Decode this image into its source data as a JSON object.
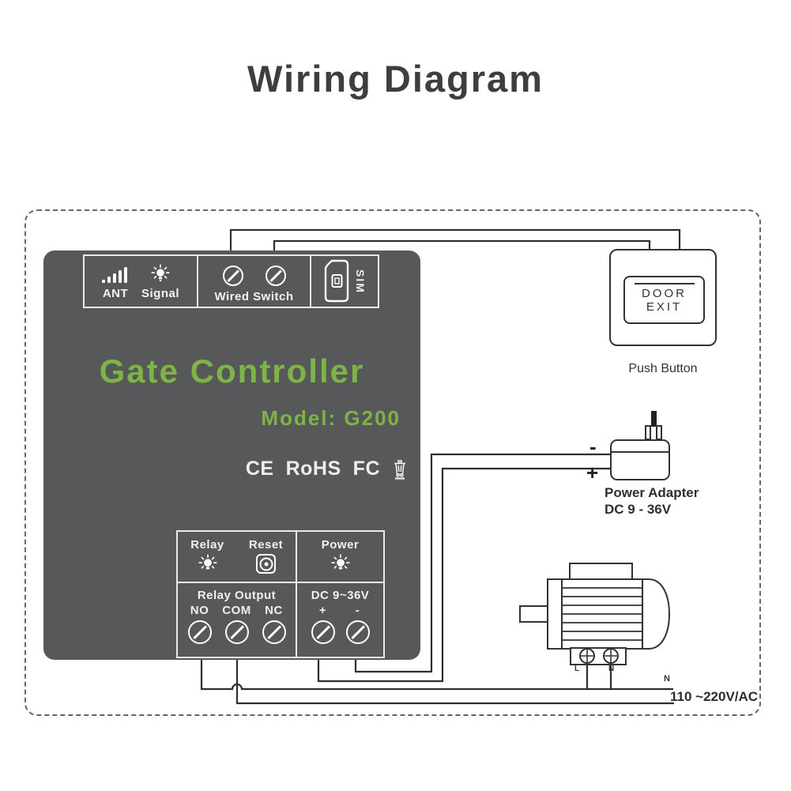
{
  "title": "Wiring Diagram",
  "colors": {
    "accent_green": "#7db445",
    "device_gray": "#57585a",
    "wire_color": "#2e2e2e",
    "panel_line": "#e9e9e9"
  },
  "controller": {
    "top_panel": {
      "ant_label": "ANT",
      "signal_label": "Signal",
      "wired_switch_label": "Wired Switch",
      "sim_label": "SIM"
    },
    "name": "Gate Controller",
    "model": "Model: G200",
    "certifications": {
      "ce": "CE",
      "rohs": "RoHS",
      "fcc": "FC"
    },
    "indicator_panel": {
      "relay_label": "Relay",
      "reset_label": "Reset",
      "power_label": "Power"
    },
    "output_panel": {
      "relay_output_label": "Relay Output",
      "no_label": "NO",
      "com_label": "COM",
      "nc_label": "NC",
      "dc_label": "DC 9~36V",
      "plus_label": "+",
      "minus_label": "-"
    }
  },
  "push_button": {
    "line1": "DOOR",
    "line2": "EXIT",
    "caption": "Push Button"
  },
  "power_adapter": {
    "minus_label": "-",
    "plus_label": "+",
    "caption_line1": "Power Adapter",
    "caption_line2": "DC 9 - 36V"
  },
  "motor": {
    "l_terminal_label": "L",
    "n_terminal_label": "N"
  },
  "ac_supply": {
    "neutral_label": "N",
    "voltage_label": "110 ~220V/AC"
  }
}
